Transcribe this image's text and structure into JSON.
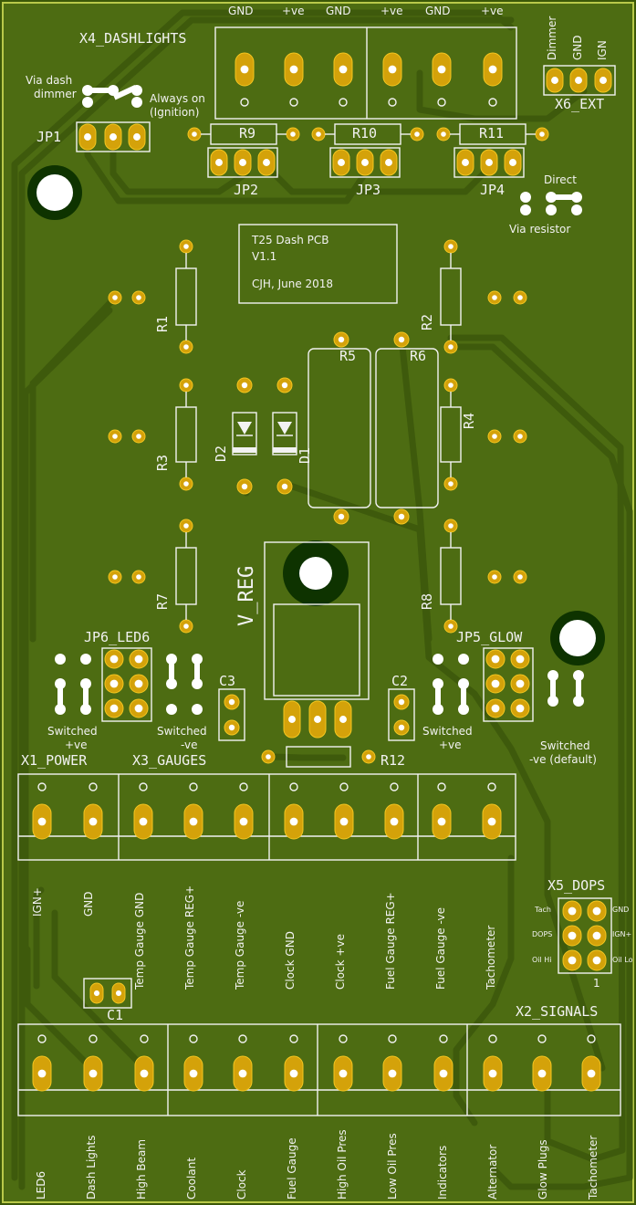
{
  "board": {
    "colors": {
      "board": "#4a6a10",
      "edge": "#b9c94a",
      "copper": "#d4a20a",
      "silk": "#f2f2f2"
    },
    "title": "T25 Dash PCB",
    "version": "V1.1",
    "author": "CJH, June 2018"
  },
  "top_labels": [
    "GND",
    "+ve",
    "GND",
    "+ve",
    "GND",
    "+ve"
  ],
  "x4": {
    "name": "X4_DASHLIGHTS"
  },
  "x6": {
    "name": "X6_EXT",
    "pins": [
      "Dimmer",
      "GND",
      "IGN"
    ]
  },
  "jp1": {
    "name": "JP1",
    "left_label_line1": "Via dash",
    "left_label_line2": "dimmer",
    "right_label_line1": "Always on",
    "right_label_line2": "(Ignition)"
  },
  "resistors_top": [
    "R9",
    "R10",
    "R11"
  ],
  "jumpers_top": [
    "JP2",
    "JP3",
    "JP4"
  ],
  "direct": {
    "line1": "Direct",
    "line2": "Via resistor"
  },
  "resistors_mid": [
    "R1",
    "R2",
    "R3",
    "R4",
    "R5",
    "R6",
    "R7",
    "R8"
  ],
  "diodes": [
    "D2",
    "D1"
  ],
  "vreg": "V_REG",
  "jp6": {
    "name": "JP6_LED6",
    "left_line1": "Switched",
    "left_line2": "+ve",
    "right_line1": "Switched",
    "right_line2": "-ve"
  },
  "jp5": {
    "name": "JP5_GLOW",
    "left_line1": "Switched",
    "left_line2": "+ve",
    "right_line1": "Switched",
    "right_line2": "-ve (default)"
  },
  "caps": [
    "C3",
    "C2",
    "C1"
  ],
  "r12": "R12",
  "x1": {
    "name": "X1_POWER",
    "pins": [
      "IGN+",
      "GND"
    ]
  },
  "x3": {
    "name": "X3_GAUGES",
    "pins": [
      "Temp Gauge GND",
      "Temp Gauge REG+",
      "Temp Gauge -ve",
      "Clock GND",
      "Clock +ve",
      "Fuel Gauge REG+",
      "Fuel Gauge -ve",
      "Tachometer"
    ]
  },
  "x5": {
    "name": "X5_DOPS",
    "left_pins": [
      "Tach",
      "DOPS",
      "Oil Hi"
    ],
    "right_pins": [
      "GND",
      "IGN+",
      "Oil Lo"
    ],
    "pin1": "1"
  },
  "x2": {
    "name": "X2_SIGNALS",
    "pins": [
      "LED6",
      "Dash Lights",
      "High Beam",
      "Coolant",
      "Clock",
      "Fuel Gauge",
      "High Oil Pres",
      "Low Oil Pres",
      "Indicators",
      "Alternator",
      "Glow Plugs",
      "Tachometer"
    ]
  }
}
